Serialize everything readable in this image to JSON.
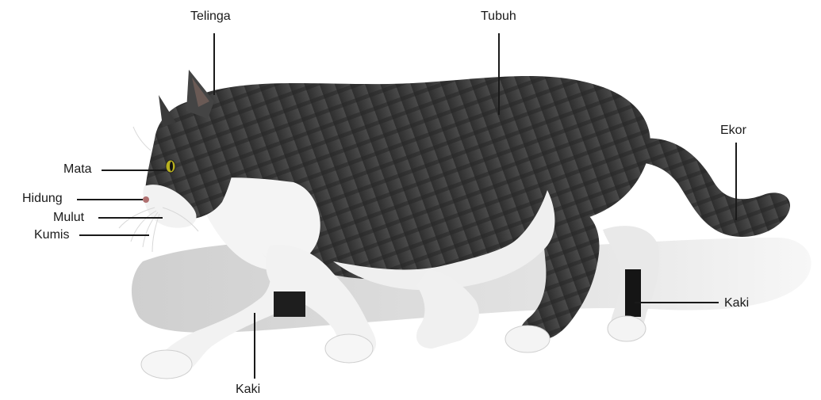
{
  "labels": {
    "telinga": "Telinga",
    "tubuh": "Tubuh",
    "ekor": "Ekor",
    "mata": "Mata",
    "hidung": "Hidung",
    "mulut": "Mulut",
    "kumis": "Kumis",
    "kaki_right": "Kaki",
    "kaki_bottom": "Kaki"
  },
  "colors": {
    "fur_dark": "#3c3c3c",
    "fur_mid": "#555555",
    "fur_white": "#f2f2f2",
    "eye": "#b8b020",
    "shadow": "#d9d9d9",
    "leader_line": "#1a1a1a"
  }
}
